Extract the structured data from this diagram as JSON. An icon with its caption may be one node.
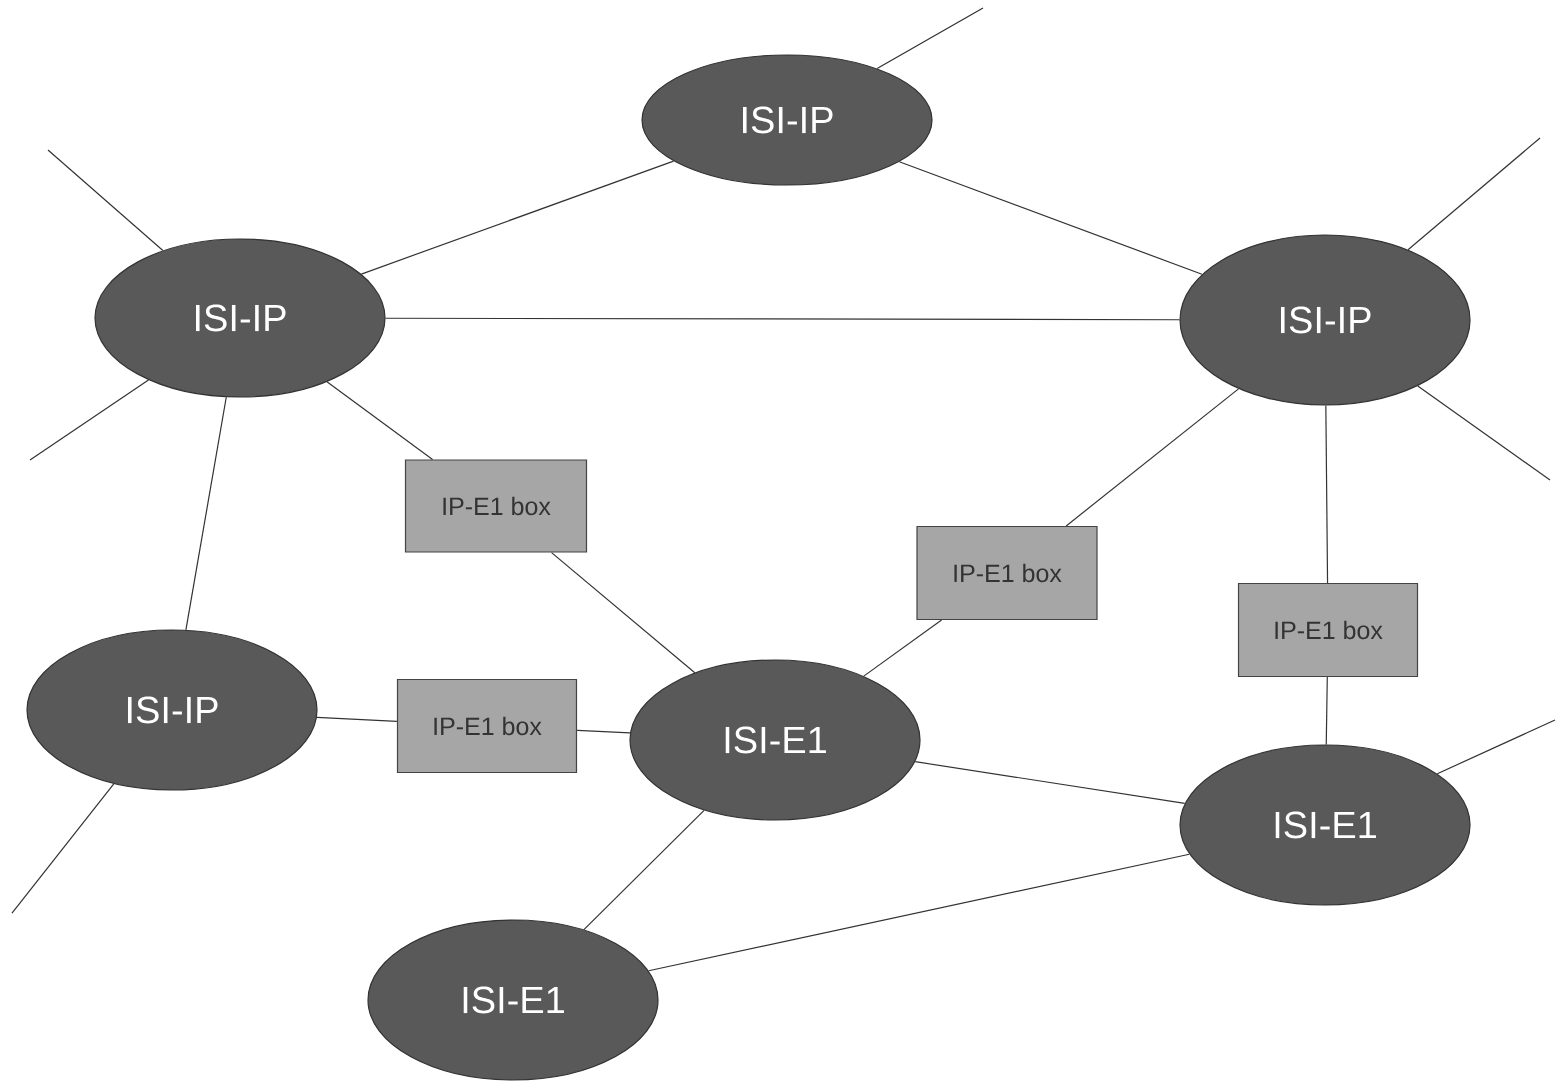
{
  "diagram": {
    "nodes": [
      {
        "text": [
          "ISI-IP"
        ]
      },
      {
        "text": [
          "ISI-IP"
        ]
      },
      {
        "text": [
          "ISI-IP"
        ]
      },
      {
        "text": [
          "IP-E1 box"
        ]
      },
      {
        "text": [
          "IP-E1 box"
        ]
      },
      {
        "text": [
          "IP-E1 box"
        ]
      },
      {
        "text": [
          "ISI-IP"
        ]
      },
      {
        "text": [
          "IP-E1 box"
        ]
      },
      {
        "text": [
          "ISI-E1"
        ]
      },
      {
        "text": [
          "ISI-E1"
        ]
      },
      {
        "text": [
          "ISI-E1"
        ]
      }
    ],
    "edges": [
      {
        "from": 0,
        "to": null,
        "arrow": "none"
      },
      {
        "from": 0,
        "to": 1,
        "arrow": "none"
      },
      {
        "from": 0,
        "to": 2,
        "arrow": "none"
      },
      {
        "from": 1,
        "to": null,
        "arrow": "none"
      },
      {
        "from": 1,
        "to": null,
        "arrow": "none"
      },
      {
        "from": 1,
        "to": 2,
        "arrow": "none"
      },
      {
        "from": 1,
        "to": 3,
        "arrow": "none"
      },
      {
        "from": 1,
        "to": 6,
        "arrow": "none"
      },
      {
        "from": 2,
        "to": null,
        "arrow": "none"
      },
      {
        "from": 2,
        "to": null,
        "arrow": "none"
      },
      {
        "from": 2,
        "to": 4,
        "arrow": "none"
      },
      {
        "from": 2,
        "to": 5,
        "arrow": "none"
      },
      {
        "from": 3,
        "to": 8,
        "arrow": "none"
      },
      {
        "from": 4,
        "to": 8,
        "arrow": "none"
      },
      {
        "from": 5,
        "to": 9,
        "arrow": "none"
      },
      {
        "from": 6,
        "to": 7,
        "arrow": "none"
      },
      {
        "from": 6,
        "to": null,
        "arrow": "none"
      },
      {
        "from": 7,
        "to": 8,
        "arrow": "none"
      },
      {
        "from": 8,
        "to": 9,
        "arrow": "none"
      },
      {
        "from": 8,
        "to": 10,
        "arrow": "none"
      },
      {
        "from": 9,
        "to": 10,
        "arrow": "none"
      },
      {
        "from": 9,
        "to": null,
        "arrow": "none"
      }
    ]
  }
}
